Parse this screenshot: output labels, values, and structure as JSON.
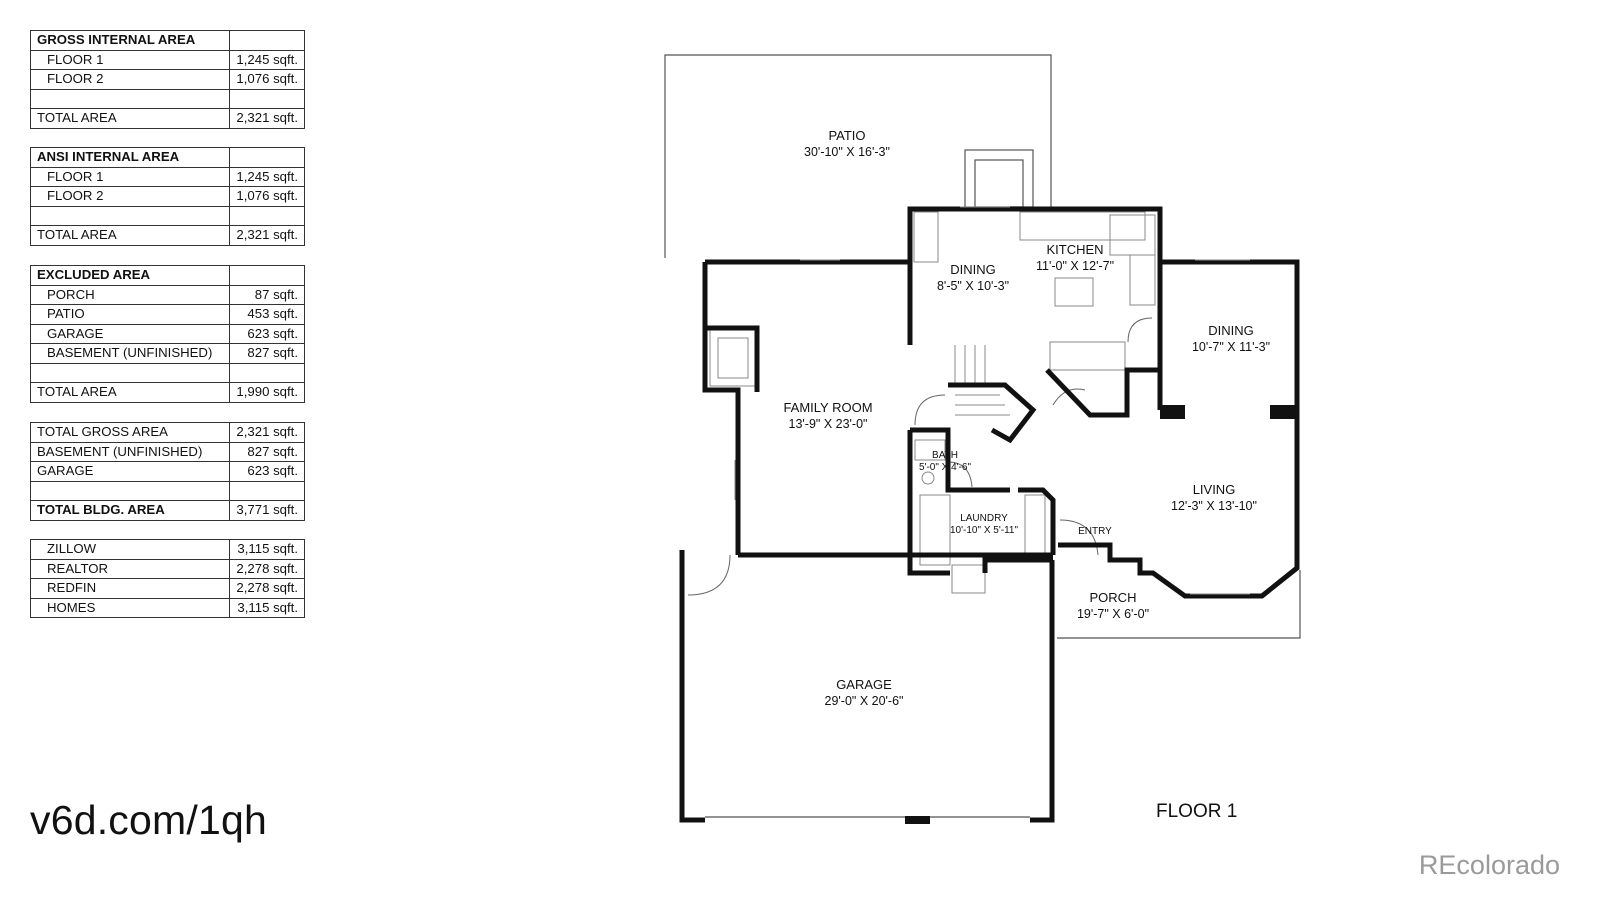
{
  "tables": [
    {
      "rows": [
        {
          "label": "GROSS INTERNAL AREA",
          "value": "",
          "bold": true,
          "indent": false
        },
        {
          "label": "FLOOR 1",
          "value": "1,245 sqft.",
          "bold": false,
          "indent": true
        },
        {
          "label": "FLOOR 2",
          "value": "1,076 sqft.",
          "bold": false,
          "indent": true
        },
        {
          "label": "",
          "value": "",
          "bold": false,
          "indent": false
        },
        {
          "label": "TOTAL AREA",
          "value": "2,321 sqft.",
          "bold": false,
          "indent": false
        }
      ]
    },
    {
      "rows": [
        {
          "label": "ANSI INTERNAL AREA",
          "value": "",
          "bold": true,
          "indent": false
        },
        {
          "label": "FLOOR 1",
          "value": "1,245 sqft.",
          "bold": false,
          "indent": true
        },
        {
          "label": "FLOOR 2",
          "value": "1,076 sqft.",
          "bold": false,
          "indent": true
        },
        {
          "label": "",
          "value": "",
          "bold": false,
          "indent": false
        },
        {
          "label": "TOTAL AREA",
          "value": "2,321 sqft.",
          "bold": false,
          "indent": false
        }
      ]
    },
    {
      "rows": [
        {
          "label": "EXCLUDED AREA",
          "value": "",
          "bold": true,
          "indent": false
        },
        {
          "label": "PORCH",
          "value": "87 sqft.",
          "bold": false,
          "indent": true
        },
        {
          "label": "PATIO",
          "value": "453 sqft.",
          "bold": false,
          "indent": true
        },
        {
          "label": "GARAGE",
          "value": "623 sqft.",
          "bold": false,
          "indent": true
        },
        {
          "label": "BASEMENT (UNFINISHED)",
          "value": "827 sqft.",
          "bold": false,
          "indent": true
        },
        {
          "label": "",
          "value": "",
          "bold": false,
          "indent": false
        },
        {
          "label": "TOTAL AREA",
          "value": "1,990 sqft.",
          "bold": false,
          "indent": false
        }
      ]
    },
    {
      "rows": [
        {
          "label": "TOTAL GROSS AREA",
          "value": "2,321 sqft.",
          "bold": false,
          "indent": false
        },
        {
          "label": "BASEMENT (UNFINISHED)",
          "value": "827 sqft.",
          "bold": false,
          "indent": false
        },
        {
          "label": "GARAGE",
          "value": "623 sqft.",
          "bold": false,
          "indent": false
        },
        {
          "label": "",
          "value": "",
          "bold": false,
          "indent": false
        },
        {
          "label": "TOTAL BLDG. AREA",
          "value": "3,771 sqft.",
          "bold": true,
          "indent": false
        }
      ]
    },
    {
      "rows": [
        {
          "label": "ZILLOW",
          "value": "3,115 sqft.",
          "bold": false,
          "indent": true
        },
        {
          "label": "REALTOR",
          "value": "2,278 sqft.",
          "bold": false,
          "indent": true
        },
        {
          "label": "REDFIN",
          "value": "2,278 sqft.",
          "bold": false,
          "indent": true
        },
        {
          "label": "HOMES",
          "value": "3,115 sqft.",
          "bold": false,
          "indent": true
        }
      ]
    }
  ],
  "rooms": {
    "patio": {
      "name": "PATIO",
      "dims": "30'-10\" X 16'-3\""
    },
    "kitchen": {
      "name": "KITCHEN",
      "dims": "11'-0\" X 12'-7\""
    },
    "dining_left": {
      "name": "DINING",
      "dims": "8'-5\" X 10'-3\""
    },
    "dining_right": {
      "name": "DINING",
      "dims": "10'-7\" X 11'-3\""
    },
    "family_room": {
      "name": "FAMILY ROOM",
      "dims": "13'-9\" X 23'-0\""
    },
    "bath": {
      "name": "BATH",
      "dims": "5'-0\" X 4'-6\""
    },
    "laundry": {
      "name": "LAUNDRY",
      "dims": "10'-10\" X 5'-11\""
    },
    "entry": {
      "name": "ENTRY",
      "dims": ""
    },
    "living": {
      "name": "LIVING",
      "dims": "12'-3\" X 13'-10\""
    },
    "porch": {
      "name": "PORCH",
      "dims": "19'-7\" X 6'-0\""
    },
    "garage": {
      "name": "GARAGE",
      "dims": "29'-0\" X 20'-6\""
    }
  },
  "floor_label": "FLOOR 1",
  "link_text": "v6d.com/1qh",
  "brand": "REcolorado",
  "colors": {
    "wall": "#111111",
    "line": "#555555",
    "fixture": "#888888",
    "watermark": "#9a9a9a"
  }
}
